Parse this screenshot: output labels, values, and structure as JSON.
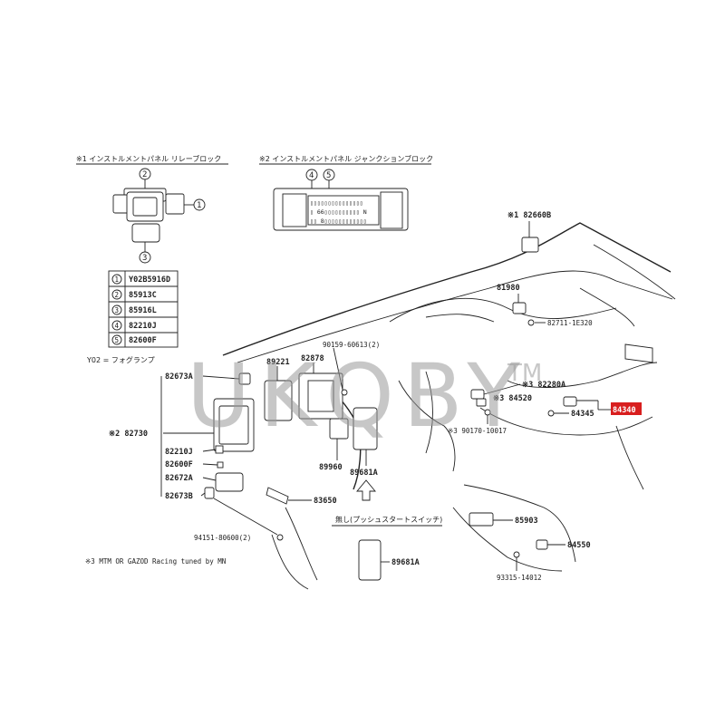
{
  "watermark": "UKQBY",
  "watermark_tm": "TM",
  "insets": {
    "relay_block_title": "※1 インストルメントパネル リレーブロック",
    "junction_block_title": "※2 インストルメントパネル ジャンクションブロック",
    "junction_text_line1": "▯▯▯▯▯▯▯▯▯▯▯▯▯▯▯",
    "junction_text_line2": "▯ 66▯▯▯▯▯▯▯▯▯▯ N",
    "junction_text_line3": "▯▯ 8▯▯▯▯▯▯▯▯▯▯▯▯",
    "circle_labels": [
      "1",
      "2",
      "3",
      "4",
      "5"
    ]
  },
  "legend": {
    "rows": [
      {
        "num": "1",
        "part": "Y02B5916D"
      },
      {
        "num": "2",
        "part": "85913C"
      },
      {
        "num": "3",
        "part": "85916L"
      },
      {
        "num": "4",
        "part": "82210J"
      },
      {
        "num": "5",
        "part": "82600F"
      }
    ],
    "note": "Y02 = フォグランプ"
  },
  "labels": {
    "p82673A": "82673A",
    "p82730": "※2 82730",
    "p82210J": "82210J",
    "p82600F": "82600F",
    "p82672A": "82672A",
    "p82673B": "82673B",
    "p89221": "89221",
    "p82878": "82878",
    "p90159": "90159-60613(2)",
    "p89960": "89960",
    "p89681A": "89681A",
    "p83650": "83650",
    "p94151": "94151-80600(2)",
    "footnote": "※3 MTM OR GAZOD Racing tuned by MN",
    "p82660B": "※1 82660B",
    "p81980": "81980",
    "p82711": "82711-1E320",
    "p82280A": "※3 82280A",
    "p84520": "※3 84520",
    "p84345": "84345",
    "p84340": "84340",
    "p90170": "※3 90170-10017",
    "p85903": "85903",
    "p84550": "84550",
    "p93315": "93315-14012",
    "push_start_title": "無し(プッシュスタートスイッチ)",
    "p89681A_lower": "89681A"
  },
  "colors": {
    "highlight_box": "#d81e1e",
    "highlight_text": "#ffffff",
    "line": "#222222",
    "watermark": "#9a9a9a"
  }
}
